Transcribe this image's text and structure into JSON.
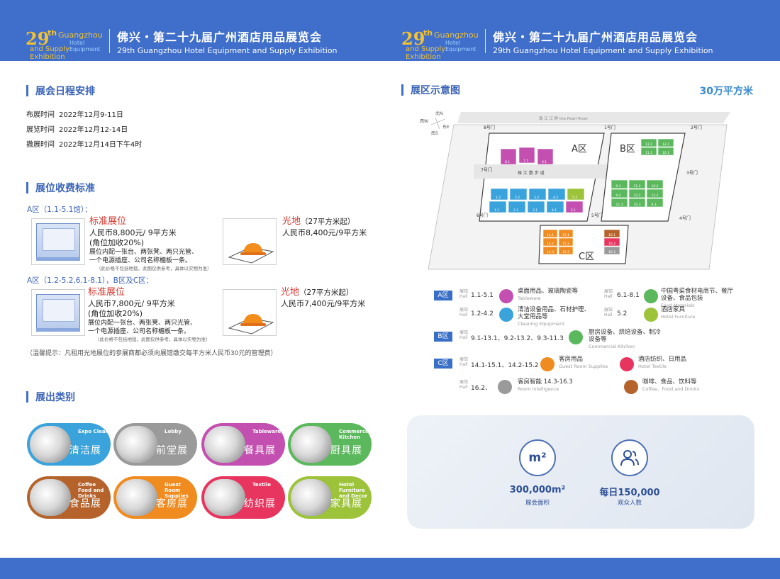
{
  "header": {
    "logo": {
      "num": "29",
      "th": "th",
      "line1": "Guangzhou",
      "line2": "Hotel Equipment",
      "line3": "and Supply Exhibition"
    },
    "title_cn": "佛兴・第二十九届广州酒店用品展览会",
    "title_en": "29th Guangzhou Hotel Equipment and Supply Exhibition"
  },
  "left": {
    "schedule_title": "展会日程安排",
    "schedule": [
      {
        "label": "布展时间",
        "value": "2022年12月9-11日"
      },
      {
        "label": "展览时间",
        "value": "2022年12月12-14日"
      },
      {
        "label": "撤展时间",
        "value": "2022年12月14日下午4时"
      }
    ],
    "fees_title": "展位收费标准",
    "zone1_label": "A区（1.1-5.1馆）：",
    "zone1_std": {
      "title": "标准展位",
      "price": "人民币8,800元/ 9平方米",
      "corner": "(角位加收20%)",
      "desc1": "展位内配一张台、两张凳、两只光管、",
      "desc2": "一个电源插座、公司名称楣板一条。",
      "note": "（此价格不包括地毯，此图仅供参考，具体以实物为准）"
    },
    "zone1_land": {
      "title": "光地",
      "min": "（27平方米起）",
      "price": "人民币8,400元/9平方米"
    },
    "zone2_label": "A区（1.2-5.2,6.1-8.1），B区及C区：",
    "zone2_std": {
      "title": "标准展位",
      "price": "人民币7,800元/ 9平方米",
      "corner": "(角位加收20%)",
      "desc1": "展位内配一张台、两张凳、两只光管、",
      "desc2": "一个电源插座、公司名称楣板一条。",
      "note": "（此价格不包括地毯，此图仅供参考，具体以实物为准）"
    },
    "zone2_land": {
      "title": "光地",
      "min": "（27平方米起）",
      "price": "人民币7,400元/9平方米"
    },
    "tip": "（温馨提示：凡租用光地展位的参展商都必须向展馆缴交每平方米人民币30元的管理费）",
    "categories_title": "展出类别",
    "categories": [
      {
        "en": "Expo Clean",
        "cn": "清洁展",
        "color": "#3aa3dc"
      },
      {
        "en": "Lobby",
        "cn": "前堂展",
        "color": "#9a9a9a"
      },
      {
        "en": "Tableware",
        "cn": "餐具展",
        "color": "#c34fb0"
      },
      {
        "en": "Commercial Kitchen",
        "cn": "厨具展",
        "color": "#5bb85d"
      },
      {
        "en": "Coffee Food and Drinks",
        "cn": "食品展",
        "color": "#b5632b"
      },
      {
        "en": "Guest Room Supplies",
        "cn": "客房展",
        "color": "#f08b1f"
      },
      {
        "en": "Textile",
        "cn": "纺织展",
        "color": "#e8355f"
      },
      {
        "en": "Hotel Furniture and Decor",
        "cn": "家具展",
        "color": "#9dc33b"
      }
    ]
  },
  "right": {
    "map_title": "展区示意图",
    "area": "30万平方米",
    "map": {
      "river": "珠 江 江 畔  the Pearl River",
      "promenade": "珠 江 散 步 道",
      "zone_a": "A区",
      "zone_b": "B区",
      "zone_c": "C区",
      "gates": [
        "1号门",
        "2号门",
        "3号门",
        "4号门",
        "5号门",
        "6号门",
        "7号门",
        "8号门"
      ],
      "compass": {
        "n": "北N",
        "w": "西W",
        "e": "东E",
        "s": "南S"
      },
      "halls_a_top": [
        "8.1",
        "7.1",
        "6.1"
      ],
      "halls_a_bottom": [
        "1.2",
        "2.2",
        "3.2",
        "4.2",
        "5.2"
      ],
      "halls_a_bottom2": [
        "1.1",
        "2.1",
        "3.1",
        "4.1",
        "5.1"
      ],
      "halls_b": [
        "13.1",
        "12.1",
        "11.1",
        "10.1",
        "9.1",
        "11.2",
        "10.2",
        "9.2",
        "12.2",
        "13.2",
        "11.3",
        "10.3",
        "9.3"
      ],
      "halls_c": [
        "14.1",
        "15.1",
        "14.2",
        "15.2",
        "14.3",
        "15.3",
        "16.1",
        "16.2",
        "16.3"
      ]
    },
    "legend": {
      "hall_word": "展馆",
      "hall_en": "Hall",
      "a_tag": "A区",
      "b_tag": "B区",
      "c_tag": "C区",
      "rows": [
        {
          "num": "1.1-5.1",
          "cn": "桌面用品、玻璃陶瓷等",
          "en": "Tableware",
          "color": "#c34fb0"
        },
        {
          "num": "6.1-8.1",
          "cn": "中国粤菜食材电商节、餐厅设备、食品包装",
          "en": "Food Materials",
          "color": "#5bb85d"
        },
        {
          "num": "1.2-4.2",
          "cn": "清洁设备用品、石材护理、大堂用品等",
          "en": "Cleaning Equipment",
          "color": "#3aa3dc"
        },
        {
          "num": "5.2",
          "cn": "酒店家具",
          "en": "Hotel Furniture",
          "color": "#9dc33b"
        },
        {
          "num": "9.1-13.1、9.2-13.2、9.3-11.3",
          "cn": "厨房设备、烘焙设备、制冷设备等",
          "en": "Commercial Kitchen",
          "color": "#5bb85d"
        },
        {
          "num": "14.1-15.1、14.2-15.2",
          "cn": "客房用品",
          "en": "Guest Room Supplies",
          "color": "#f08b1f"
        },
        {
          "num": "",
          "cn": "酒店纺织、日用品",
          "en": "Hotel Textile",
          "color": "#e8355f"
        },
        {
          "num": "16.2、",
          "cn": "客房智能 14.3-16.3",
          "en": "Room intelligence",
          "color": "#9a9a9a"
        },
        {
          "num": "",
          "cn": "咖啡、食品、饮料等",
          "en": "Coffee、Food and Drinks",
          "color": "#b5632b"
        }
      ]
    },
    "stats": {
      "area_icon": "m²",
      "area_value": "300,000m²",
      "area_label": "展会面积",
      "visitors_value": "每日150,000",
      "visitors_label": "观众人数"
    }
  }
}
